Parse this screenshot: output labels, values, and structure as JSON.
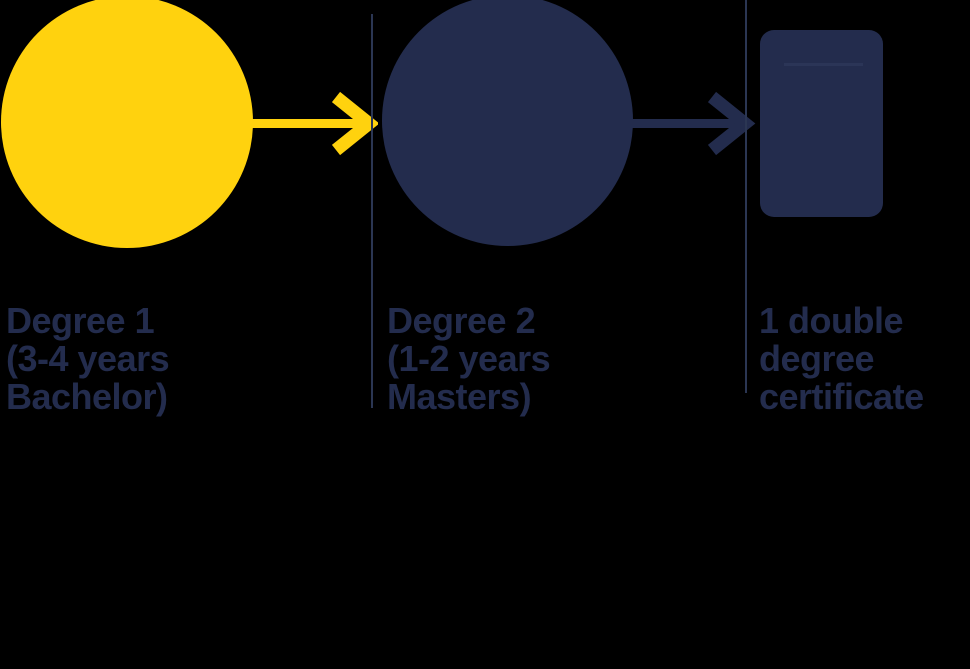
{
  "colors": {
    "background": "#000000",
    "yellow": "#FFD20E",
    "navy": "#232C4D",
    "divider": "#2B3653",
    "rect_highlight": "#2B3557"
  },
  "steps": [
    {
      "id": "degree-1",
      "shape": "circle",
      "color": "yellow",
      "label_lines": [
        "Degree 1",
        "(3-4 years",
        "Bachelor)"
      ]
    },
    {
      "id": "degree-2",
      "shape": "circle",
      "color": "navy",
      "label_lines": [
        "Degree 2",
        "(1-2 years",
        "Masters)"
      ]
    },
    {
      "id": "certificate",
      "shape": "rounded-rectangle",
      "color": "navy",
      "label_lines": [
        "1 double",
        "degree",
        "certificate"
      ]
    }
  ],
  "arrows": [
    {
      "from": "degree-1",
      "to": "degree-2",
      "color": "yellow"
    },
    {
      "from": "degree-2",
      "to": "certificate",
      "color": "navy"
    }
  ]
}
